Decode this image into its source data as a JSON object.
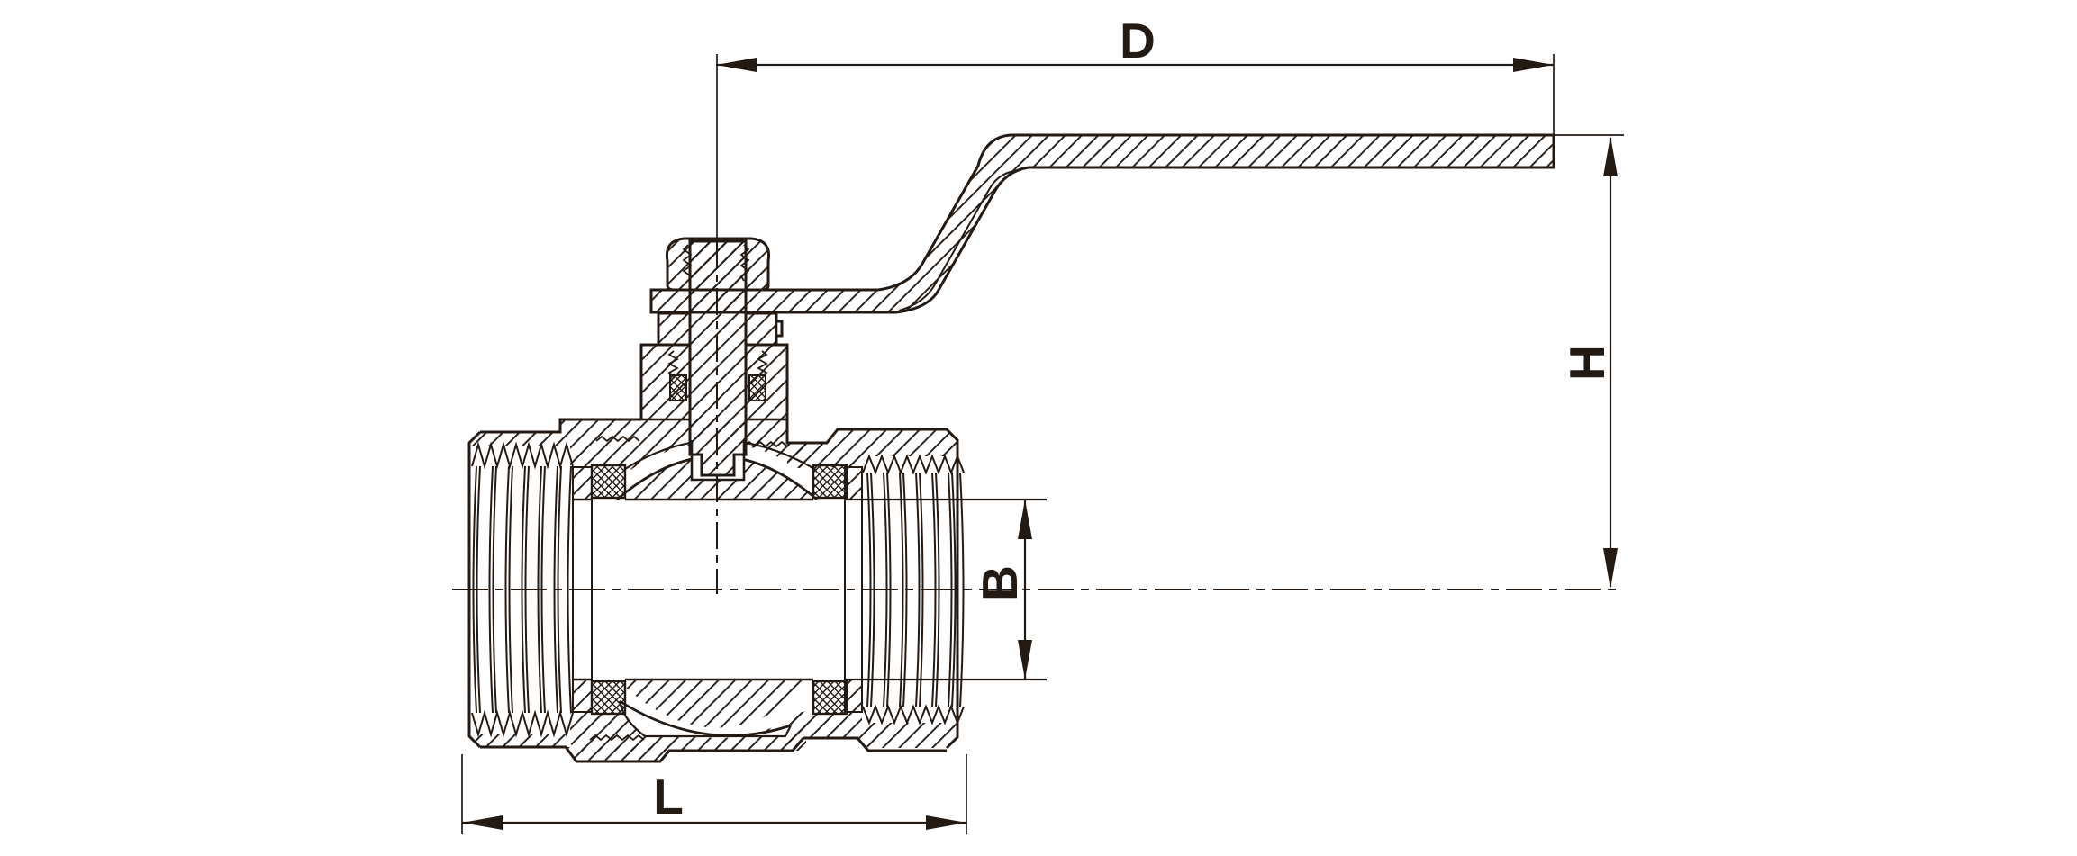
{
  "drawing": {
    "colors": {
      "background": "#ffffff",
      "ink": "#241a14"
    },
    "dimension_labels": {
      "handle_length": "D",
      "height": "H",
      "bore_diameter": "B",
      "body_length": "L"
    }
  }
}
